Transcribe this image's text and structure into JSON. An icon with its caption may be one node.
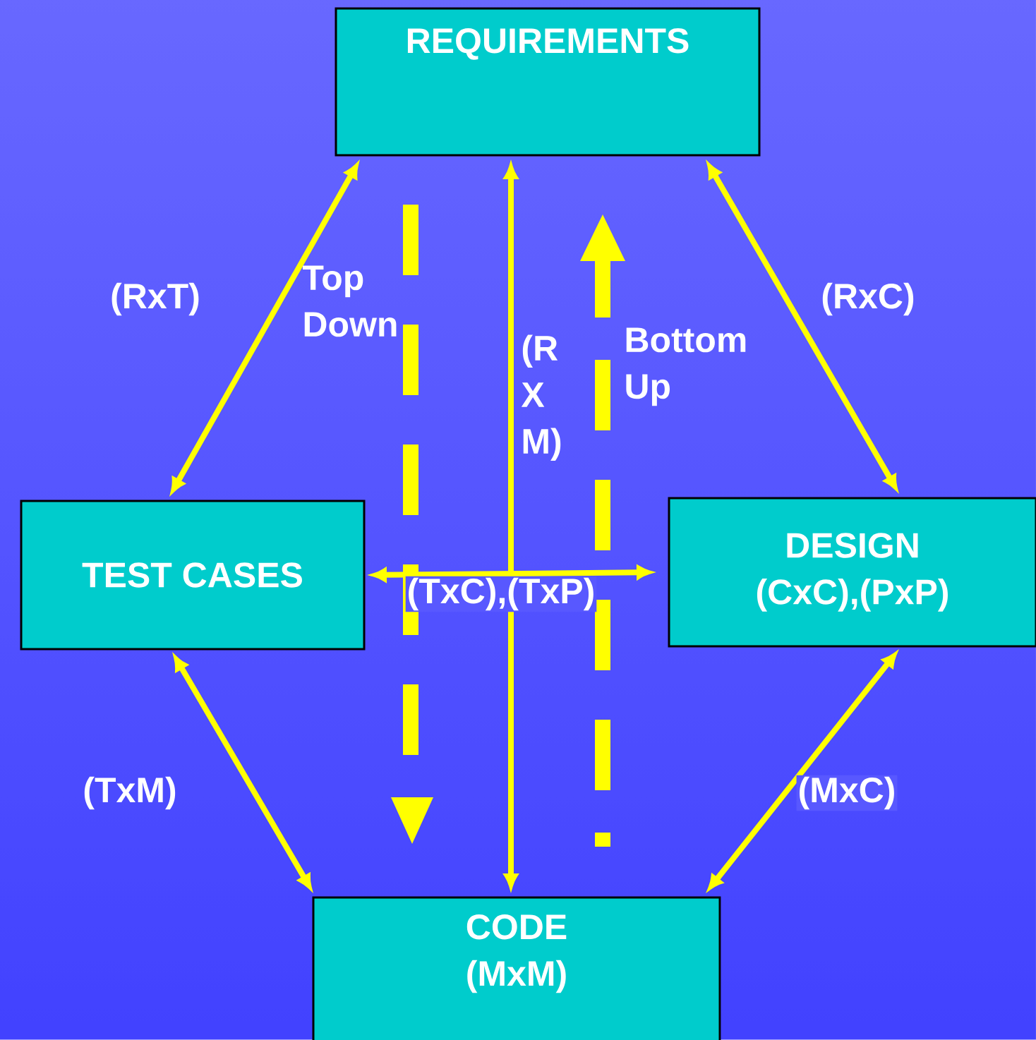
{
  "diagram": {
    "nodes": [
      {
        "text": [
          "REQUIREMENTS"
        ]
      },
      {
        "text": [
          "TEST CASES"
        ]
      },
      {
        "text": [
          "DESIGN",
          "(CxC),(PxP)"
        ]
      },
      {
        "text": [
          "CODE",
          "(MxM)"
        ]
      }
    ],
    "edges": [
      {
        "from": 0,
        "to": 1,
        "arrow": "both",
        "label": "(RxT)"
      },
      {
        "from": 0,
        "to": 2,
        "arrow": "both",
        "label": "(RxC)"
      },
      {
        "from": 0,
        "to": 3,
        "arrow": "both",
        "label": "(R X M)"
      },
      {
        "from": 1,
        "to": 2,
        "arrow": "both",
        "label": "(TxC),(TxP)"
      },
      {
        "from": 1,
        "to": 3,
        "arrow": "both",
        "label": "(TxM)"
      },
      {
        "from": 2,
        "to": 3,
        "arrow": "both",
        "label": "(MxC)"
      }
    ],
    "labels": [
      "Top Down",
      "Bottom Up"
    ]
  }
}
